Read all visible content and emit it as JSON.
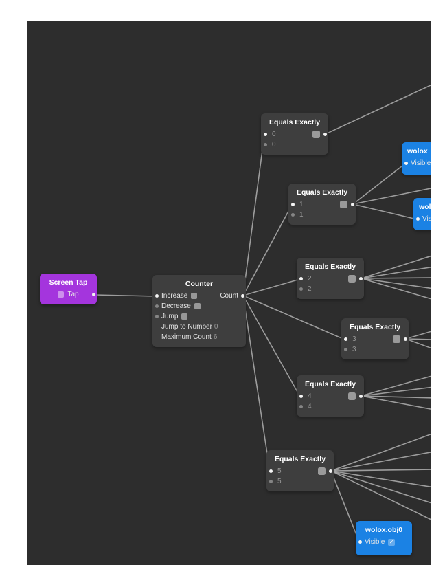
{
  "colors": {
    "canvas_bg": "#2d2d2d",
    "node_bg": "#3e3e3e",
    "screen_tap_purple": "#a435dd",
    "object_blue": "#1b82e4",
    "wire": "#c9c9c9"
  },
  "screen_tap": {
    "title": "Screen Tap",
    "tap_label": "Tap"
  },
  "counter": {
    "title": "Counter",
    "output_label": "Count",
    "rows": [
      {
        "label": "Increase"
      },
      {
        "label": "Decrease"
      },
      {
        "label": "Jump"
      },
      {
        "label": "Jump to Number",
        "value": "0"
      },
      {
        "label": "Maximum Count",
        "value": "6"
      }
    ]
  },
  "equals_nodes": [
    {
      "title": "Equals Exactly",
      "input1": "0",
      "input2": "0"
    },
    {
      "title": "Equals Exactly",
      "input1": "1",
      "input2": "1"
    },
    {
      "title": "Equals Exactly",
      "input1": "2",
      "input2": "2"
    },
    {
      "title": "Equals Exactly",
      "input1": "3",
      "input2": "3"
    },
    {
      "title": "Equals Exactly",
      "input1": "4",
      "input2": "4"
    },
    {
      "title": "Equals Exactly",
      "input1": "5",
      "input2": "5"
    }
  ],
  "blue_nodes": [
    {
      "title": "wolox",
      "port": "Visible"
    },
    {
      "title": "wolox",
      "port": "Visible"
    },
    {
      "title": "wolox.obj0",
      "port": "Visible"
    }
  ],
  "ui": {
    "check_glyph": "✓"
  }
}
